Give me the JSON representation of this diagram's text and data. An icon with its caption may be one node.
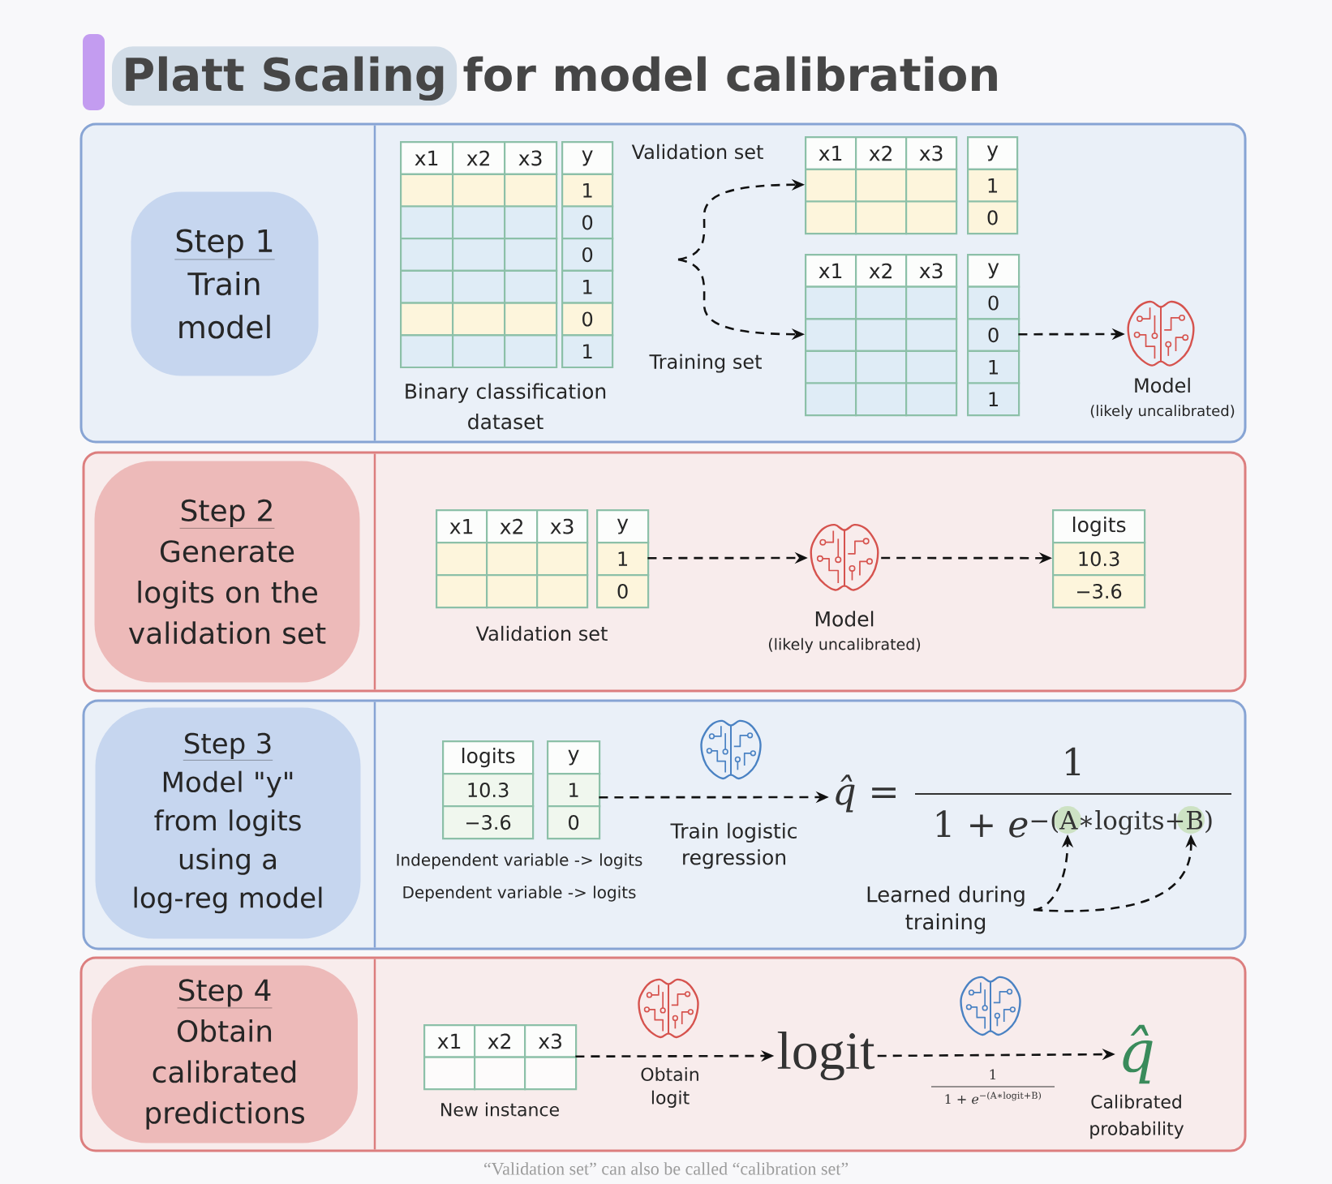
{
  "diagram": {
    "title": "Platt Scaling for model calibration",
    "caption": "“Validation set” can also be called “calibration set”",
    "nodes": [
      {
        "text": [],
        "shape": "box"
      },
      {
        "text": [
          "Step 1",
          "Train model"
        ],
        "in": 0
      },
      {
        "text": [
          "x1",
          "x2",
          "x3",
          "y",
          "1",
          "0",
          "0",
          "1",
          "0",
          "1"
        ],
        "in": 0,
        "beside": [
          "Binary classification dataset"
        ]
      },
      {
        "text": [
          "x1",
          "x2",
          "x3",
          "y",
          "1",
          "0"
        ],
        "in": 0
      },
      {
        "text": [
          "x1",
          "x2",
          "x3",
          "y",
          "0",
          "0",
          "1",
          "1"
        ],
        "in": 0
      },
      {
        "text": [],
        "shape": "picture",
        "in": 0,
        "beside": [
          "Model",
          "(likely uncalibrated)"
        ]
      },
      {
        "text": [],
        "shape": "box"
      },
      {
        "text": [
          "Step 2",
          "Generate logits on the validation set"
        ],
        "in": 6
      },
      {
        "text": [
          "x1",
          "x2",
          "x3",
          "y",
          "1",
          "0"
        ],
        "in": 6,
        "beside": [
          "Validation set"
        ]
      },
      {
        "text": [],
        "shape": "picture",
        "in": 6,
        "beside": [
          "Model",
          "(likely uncalibrated)"
        ]
      },
      {
        "text": [
          "logits",
          "10.3",
          "−3.6"
        ],
        "in": 6
      },
      {
        "text": [],
        "shape": "box"
      },
      {
        "text": [
          "Step 3",
          "Model \"y\" from logits using a log-reg model"
        ],
        "in": 11
      },
      {
        "text": [
          "logits",
          "y",
          "10.3",
          "1",
          "−3.6",
          "0"
        ],
        "in": 11,
        "beside": [
          "Independent variable -> logits",
          "Dependent variable -> logits"
        ]
      },
      {
        "text": [
          "*q̂* =",
          "1",
          "1 + *e*$^{−(A∗logits+B)}$"
        ],
        "in": 11
      },
      {
        "text": [
          "Learned during training"
        ],
        "in": 11
      },
      {
        "text": [],
        "shape": "box"
      },
      {
        "text": [
          "Step 4",
          "Obtain calibrated predictions"
        ],
        "in": 16
      },
      {
        "text": [
          "x1",
          "x2",
          "x3"
        ],
        "in": 16,
        "beside": [
          "New instance"
        ]
      },
      {
        "text": [
          "logit"
        ],
        "in": 16
      },
      {
        "text": [
          "q̂"
        ],
        "in": 16,
        "beside": [
          "Calibrated probability"
        ]
      }
    ],
    "edges": [
      {
        "from": null,
        "to": 3,
        "arrow": "to",
        "style": "dashed",
        "label": "Validation set"
      },
      {
        "from": null,
        "to": 4,
        "arrow": "to",
        "style": "dashed",
        "label": "Training set"
      },
      {
        "from": 4,
        "to": 5,
        "arrow": "to",
        "style": "dashed"
      },
      {
        "from": 8,
        "to": 9,
        "arrow": "to",
        "style": "dashed"
      },
      {
        "from": 9,
        "to": 10,
        "arrow": "to",
        "style": "dashed"
      },
      {
        "from": 13,
        "to": 14,
        "arrow": "to",
        "style": "dashed",
        "label": "Train logistic regression"
      },
      {
        "from": 15,
        "to": 14,
        "arrow": "to",
        "style": "dashed"
      },
      {
        "from": 15,
        "to": 14,
        "arrow": "to",
        "style": "dashed"
      },
      {
        "from": 18,
        "to": 19,
        "arrow": "to",
        "style": "dashed",
        "label": "Obtain logit"
      },
      {
        "from": 19,
        "to": 20,
        "arrow": "to",
        "style": "dashed"
      }
    ],
    "labels": [
      "1",
      "1 + *e*$^{−(A∗logit+B)}$"
    ]
  }
}
